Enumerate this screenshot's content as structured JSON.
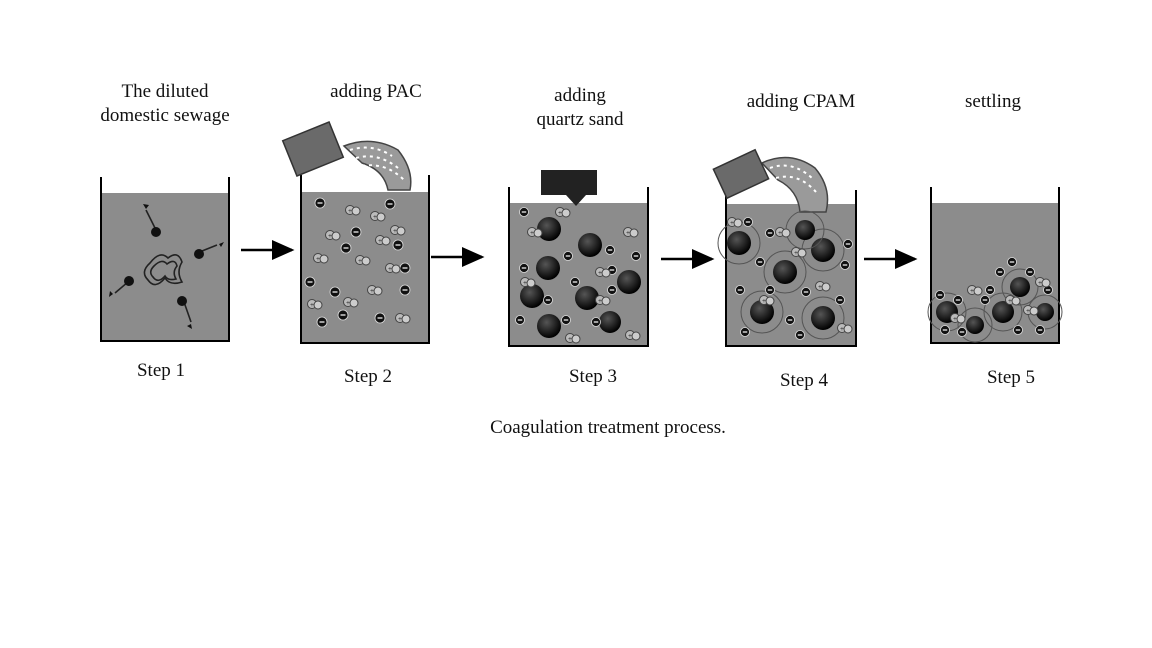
{
  "steps": [
    {
      "title": [
        "The diluted",
        "domestic sewage"
      ],
      "label": "Step 1"
    },
    {
      "title": [
        "adding PAC"
      ],
      "label": "Step 2"
    },
    {
      "title": [
        "adding",
        "quartz sand"
      ],
      "label": "Step 3"
    },
    {
      "title": [
        "adding CPAM"
      ],
      "label": "Step 4"
    },
    {
      "title": [
        "settling"
      ],
      "label": "Step 5"
    }
  ],
  "caption": "Coagulation treatment process.",
  "colors": {
    "water": "#8c8c8c",
    "particle": "#111111",
    "bag": "#6a6a6a",
    "arrow": "#000000"
  }
}
